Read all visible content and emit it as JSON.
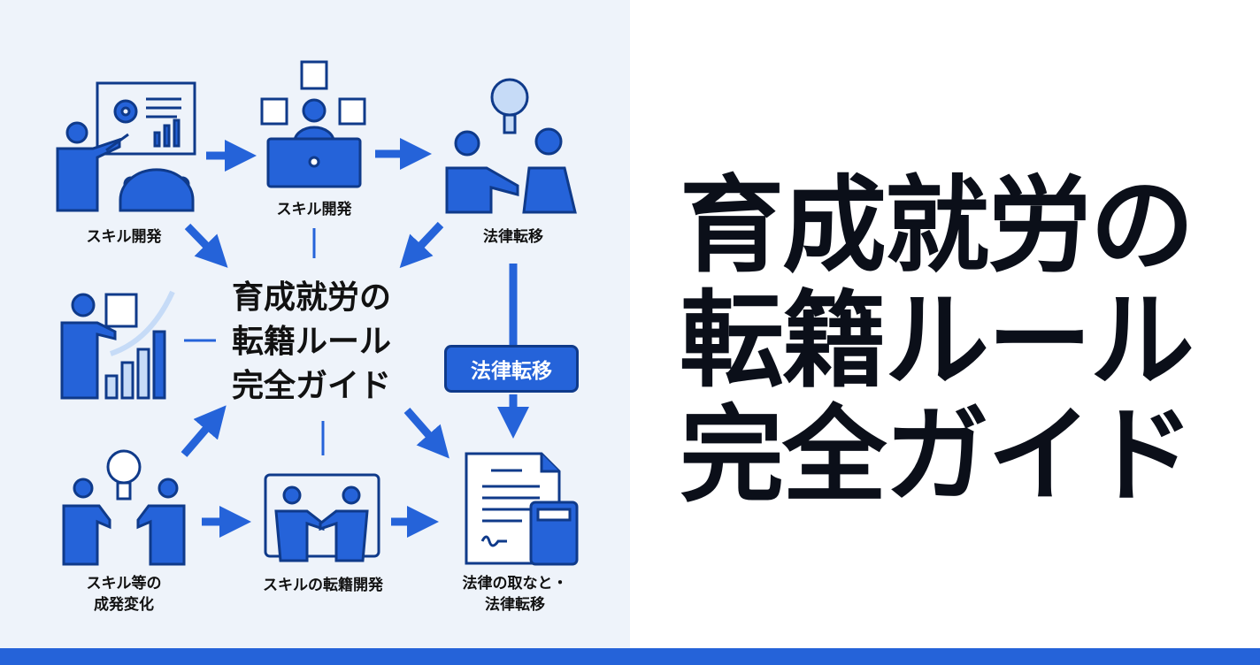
{
  "colors": {
    "accent": "#2563d9",
    "dark_outline": "#0f3a8a",
    "panel_bg": "#eef3fa",
    "text": "#0b0f19"
  },
  "diagram": {
    "center_title": [
      "育成就労の",
      "転籍ルール",
      "完全ガイド"
    ],
    "tag": "法律転移",
    "nodes": [
      {
        "icon": "presenter-icon",
        "label": "スキル開発"
      },
      {
        "icon": "laptop-user-icon",
        "label": "スキル開発"
      },
      {
        "icon": "handshake-icon",
        "label": "法律転移"
      },
      {
        "icon": "growth-chart-icon",
        "label": ""
      },
      {
        "icon": "idea-collaboration-icon",
        "label": [
          "スキル等の",
          "成発変化"
        ]
      },
      {
        "icon": "agreement-board-icon",
        "label": "スキルの転籍開発"
      },
      {
        "icon": "document-calculator-icon",
        "label": [
          "法律の取なと・",
          "法律転移"
        ]
      }
    ]
  },
  "headline": [
    "育成就労の",
    "転籍ルール",
    "完全ガイド"
  ]
}
